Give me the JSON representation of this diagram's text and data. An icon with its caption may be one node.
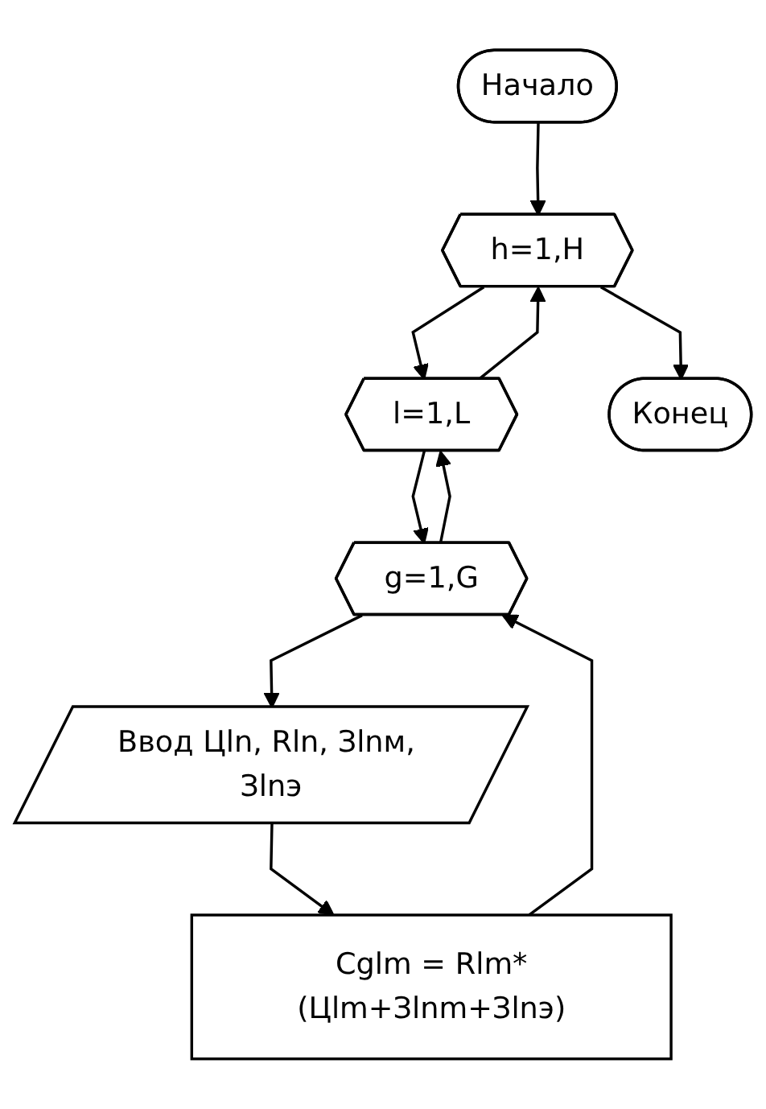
{
  "diagram": {
    "nodes": [
      {
        "text": [
          "Начало"
        ]
      },
      {
        "text": [
          "h=1,H"
        ]
      },
      {
        "text": [
          "l=1,L"
        ]
      },
      {
        "text": [
          "g=1,G"
        ]
      },
      {
        "text": [
          "Ввод Цln, Rln, Зlnм, Зlnэ"
        ]
      },
      {
        "text": [
          "Cglm = Rlm*(Цlm+Зlnm+Зlnэ)"
        ]
      },
      {
        "text": [
          "Конец"
        ]
      }
    ],
    "edges": [
      {
        "from": 0,
        "to": 1,
        "arrow": "to"
      },
      {
        "from": 1,
        "to": 2,
        "arrow": "to"
      },
      {
        "from": 2,
        "to": 3,
        "arrow": "to"
      },
      {
        "from": 3,
        "to": 4,
        "arrow": "to"
      },
      {
        "from": 4,
        "to": 5,
        "arrow": "to"
      },
      {
        "from": 5,
        "to": 3,
        "arrow": "to"
      },
      {
        "from": 3,
        "to": 2,
        "arrow": "to"
      },
      {
        "from": 2,
        "to": 1,
        "arrow": "to"
      },
      {
        "from": 1,
        "to": 6,
        "arrow": "to"
      }
    ]
  }
}
